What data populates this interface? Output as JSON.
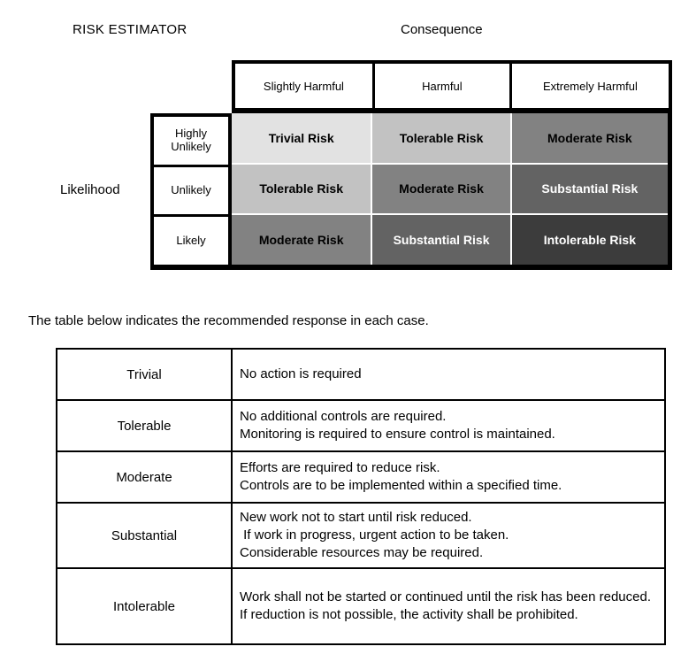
{
  "page": {
    "title": "RISK ESTIMATOR",
    "consequence_label": "Consequence",
    "likelihood_label": "Likelihood",
    "intro_text": "The table below indicates the recommended response in each case."
  },
  "risk_matrix": {
    "columns": [
      "Slightly Harmful",
      "Harmful",
      "Extremely Harmful"
    ],
    "rows": [
      "Highly Unlikely",
      "Unlikely",
      "Likely"
    ],
    "colors": {
      "trivial": "#e2e2e2",
      "tolerable": "#c2c2c2",
      "moderate": "#828282",
      "substantial": "#636363",
      "intolerable": "#3c3c3c",
      "light_text": "#ffffff",
      "dark_text": "#000000"
    },
    "cells": [
      [
        {
          "label": "Trivial Risk",
          "bg": "#e2e2e2",
          "fg": "#000000"
        },
        {
          "label": "Tolerable Risk",
          "bg": "#c2c2c2",
          "fg": "#000000"
        },
        {
          "label": "Moderate Risk",
          "bg": "#828282",
          "fg": "#000000"
        }
      ],
      [
        {
          "label": "Tolerable Risk",
          "bg": "#c2c2c2",
          "fg": "#000000"
        },
        {
          "label": "Moderate Risk",
          "bg": "#828282",
          "fg": "#000000"
        },
        {
          "label": "Substantial Risk",
          "bg": "#636363",
          "fg": "#ffffff"
        }
      ],
      [
        {
          "label": "Moderate Risk",
          "bg": "#828282",
          "fg": "#000000"
        },
        {
          "label": "Substantial Risk",
          "bg": "#636363",
          "fg": "#ffffff"
        },
        {
          "label": "Intolerable Risk",
          "bg": "#3c3c3c",
          "fg": "#ffffff"
        }
      ]
    ]
  },
  "response_table": {
    "rows": [
      {
        "level": "Trivial",
        "lines": [
          "No action is required"
        ]
      },
      {
        "level": "Tolerable",
        "lines": [
          "No additional controls are required.",
          "Monitoring is required to ensure control is maintained."
        ]
      },
      {
        "level": "Moderate",
        "lines": [
          "Efforts are required to reduce risk.",
          "Controls are to be implemented within a specified time."
        ]
      },
      {
        "level": "Substantial",
        "lines": [
          "New work not to start until risk reduced.",
          " If work in progress, urgent action to be taken.",
          "Considerable resources may be required."
        ]
      },
      {
        "level": "Intolerable",
        "lines": [
          "Work shall not be started or continued until the risk has been reduced.",
          "If reduction is not possible, the activity shall be prohibited."
        ]
      }
    ]
  }
}
